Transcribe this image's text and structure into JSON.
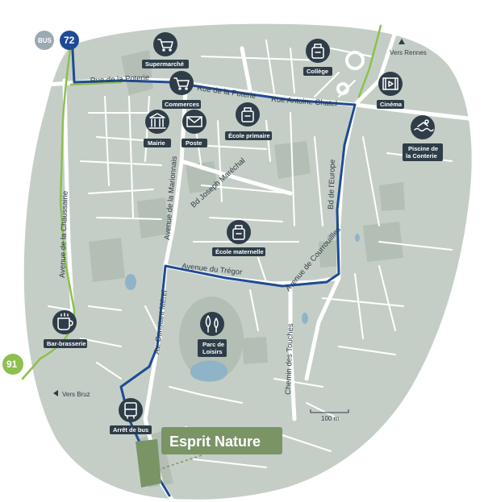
{
  "colors": {
    "land": "#c5cec6",
    "land_dark": "#b3beb4",
    "road": "#ffffff",
    "bus_line": "#1e4b94",
    "bike_line": "#8dc04e",
    "water": "#8fb4c8",
    "poi_fill": "#2e3d48",
    "brand_fill": "#7a9466"
  },
  "bus": {
    "badge": "BUS",
    "line_72": "72",
    "line_91": "91",
    "stop_label": "Arrêt de bus"
  },
  "streets": {
    "poterie_1": "Rue de la Poterie",
    "poterie_2": "Rue de la Poterie",
    "chatel": "Rue Antoine Chatel",
    "marechal": "Bd Joseph Maréchal",
    "marionnais": "Avenue de la Marionnais",
    "europe": "Bd de l'Europe",
    "chaussairie": "Avenue de la Chaussairie",
    "tregor": "Avenue du Trégor",
    "courrouillles": "Avenue de Courrouillles",
    "merel": "Av. Constant Mérel",
    "touches": "Chemin des Touches"
  },
  "directions": {
    "rennes": "Vers Rennes",
    "bruz": "Vers Bruz"
  },
  "scale_label": "100 m",
  "brand": "Esprit Nature",
  "pois": {
    "supermarche": "Supermarché",
    "commerces": "Commerces",
    "mairie": "Mairie",
    "poste": "Poste",
    "ecole_primaire": "École primaire",
    "college": "Collège",
    "cinema": "Cinéma",
    "piscine_1": "Piscine de",
    "piscine_2": "la Conterie",
    "ecole_maternelle": "École maternelle",
    "bar": "Bar-brasserie",
    "parc_1": "Parc de",
    "parc_2": "Loisirs"
  },
  "icons": {
    "supermarche": "cart-icon",
    "commerces": "cart-icon",
    "mairie": "town-hall-icon",
    "poste": "envelope-icon",
    "ecole_primaire": "backpack-icon",
    "college": "backpack-icon",
    "cinema": "film-icon",
    "piscine": "swimmer-icon",
    "ecole_maternelle": "backpack-icon",
    "bar": "coffee-cup-icon",
    "parc": "tree-icon",
    "arret": "bus-icon"
  }
}
